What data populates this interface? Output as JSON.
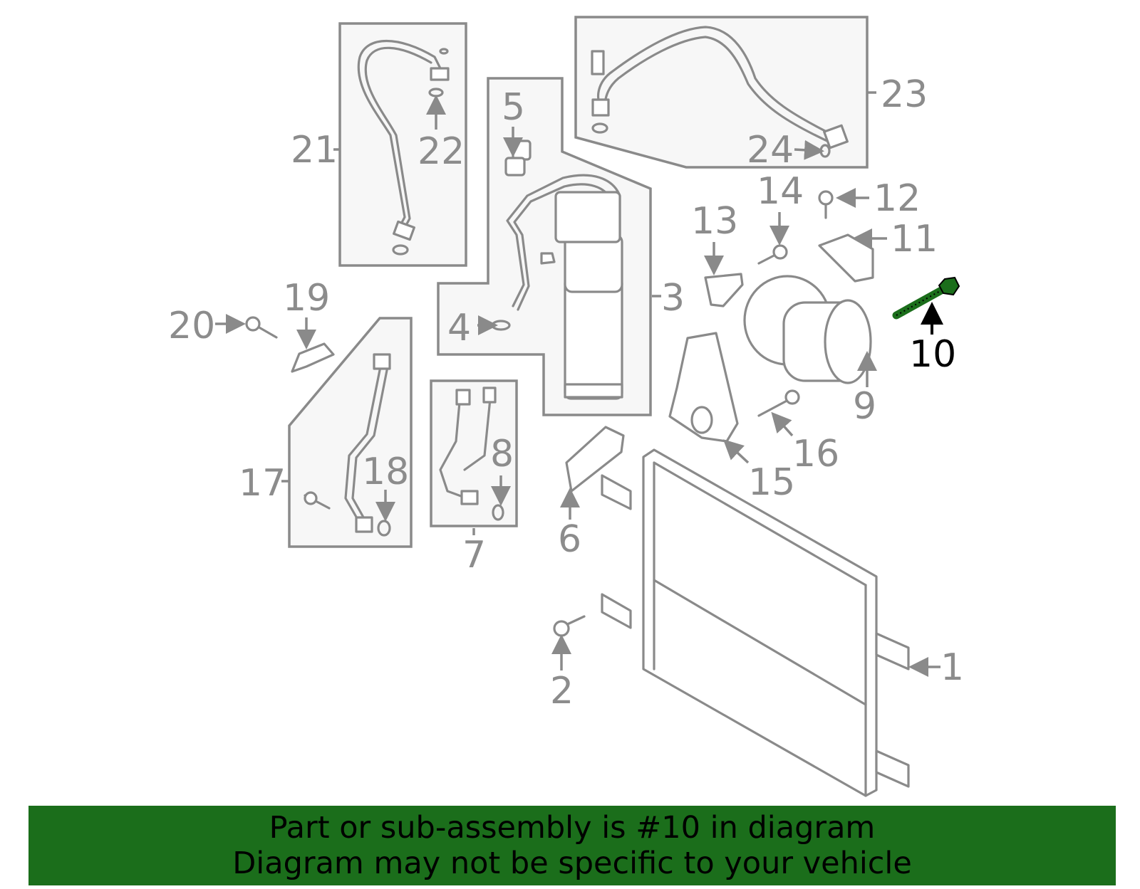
{
  "callouts": {
    "n1": "1",
    "n2": "2",
    "n3": "3",
    "n4": "4",
    "n5": "5",
    "n6": "6",
    "n7": "7",
    "n8": "8",
    "n9": "9",
    "n10": "10",
    "n11": "11",
    "n12": "12",
    "n13": "13",
    "n14": "14",
    "n15": "15",
    "n16": "16",
    "n17": "17",
    "n18": "18",
    "n19": "19",
    "n20": "20",
    "n21": "21",
    "n22": "22",
    "n23": "23",
    "n24": "24"
  },
  "highlight": {
    "callout": "10",
    "color": "#1b6e1b"
  },
  "banner": {
    "line1": "Part or sub-assembly is #10 in diagram",
    "line2": "Diagram may not be specific to your vehicle",
    "background": "#1b6e1b"
  },
  "colors": {
    "line": "#8a8a8a",
    "label": "#8c8c8c",
    "highlight_label": "#000000"
  }
}
